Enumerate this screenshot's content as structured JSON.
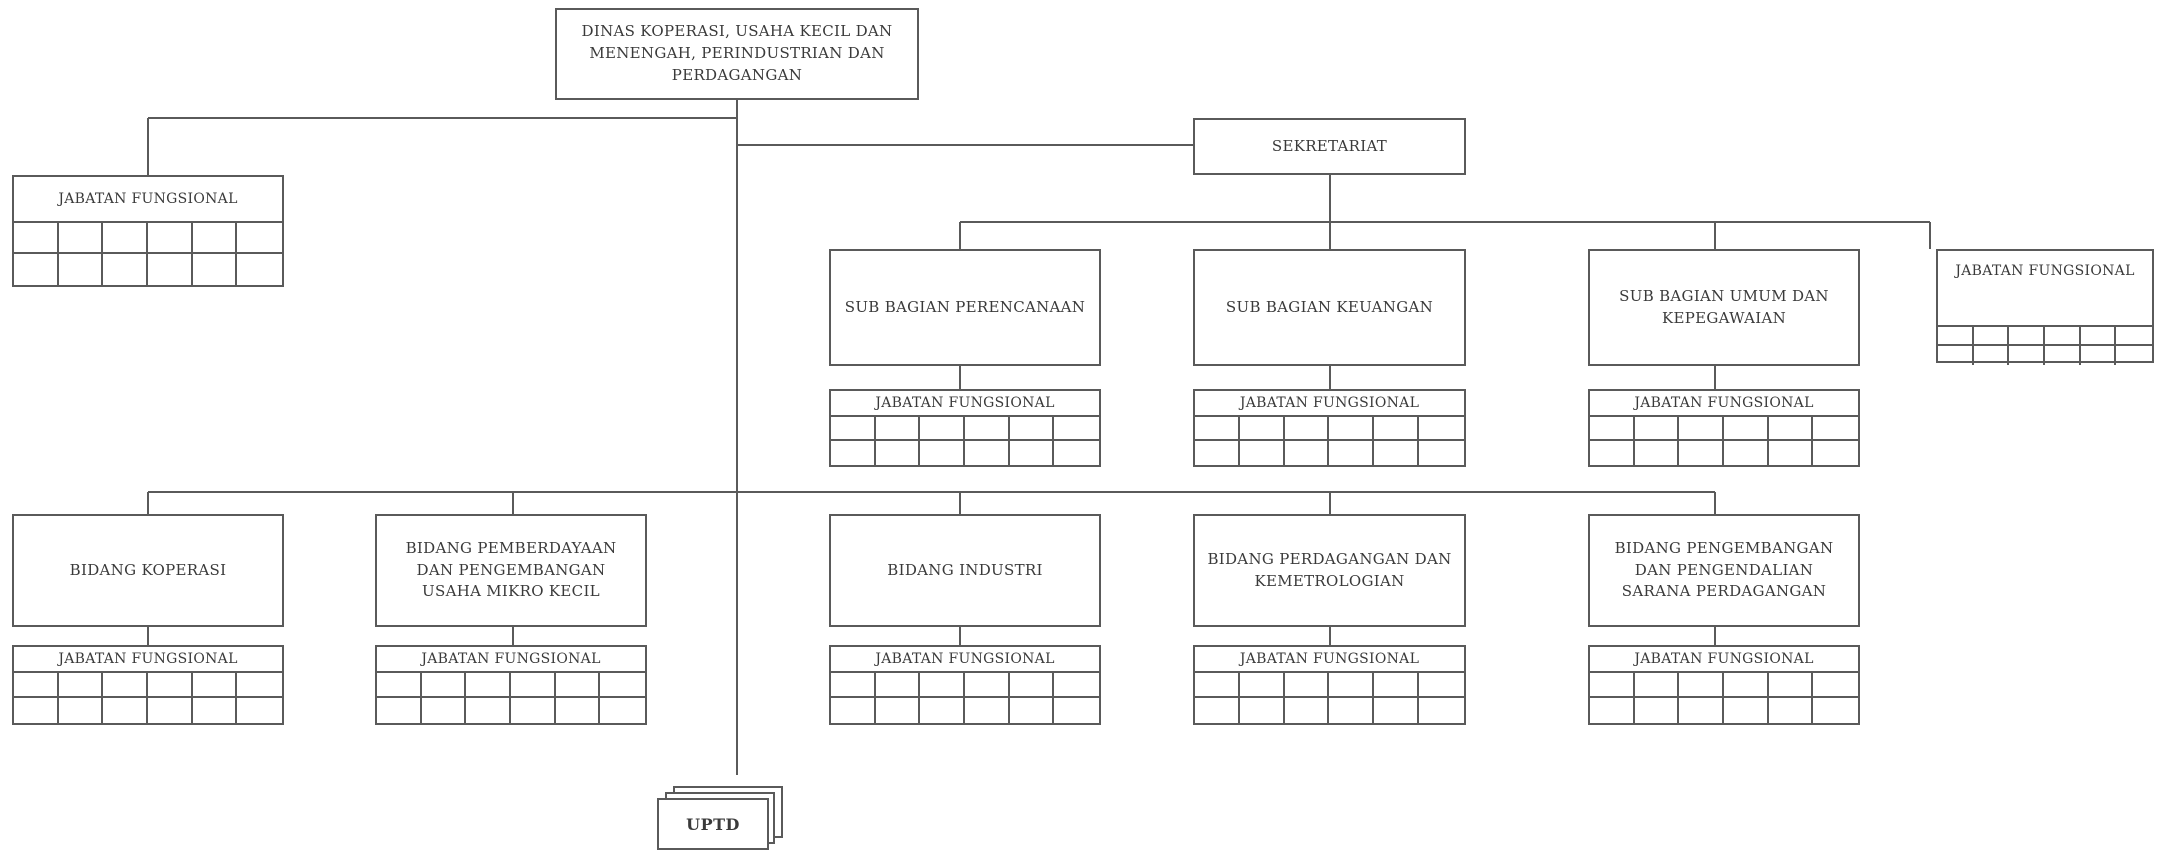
{
  "root": {
    "title": "DINAS KOPERASI, USAHA KECIL DAN MENENGAH, PERINDUSTRIAN DAN PERDAGANGAN"
  },
  "jabatan_fungsional_label": "JABATAN FUNGSIONAL",
  "sekretariat": {
    "title": "SEKRETARIAT",
    "sub_bagian": [
      {
        "title": "SUB BAGIAN PERENCANAAN"
      },
      {
        "title": "SUB BAGIAN KEUANGAN"
      },
      {
        "title": "SUB BAGIAN UMUM DAN KEPEGAWAIAN"
      }
    ]
  },
  "bidang": [
    {
      "title": "BIDANG KOPERASI"
    },
    {
      "title": "BIDANG PEMBERDAYAAN DAN PENGEMBANGAN USAHA MIKRO KECIL"
    },
    {
      "title": "BIDANG INDUSTRI"
    },
    {
      "title": "BIDANG PERDAGANGAN DAN KEMETROLOGIAN"
    },
    {
      "title": "BIDANG PENGEMBANGAN DAN PENGENDALIAN SARANA PERDAGANGAN"
    }
  ],
  "uptd": {
    "label": "UPTD"
  }
}
